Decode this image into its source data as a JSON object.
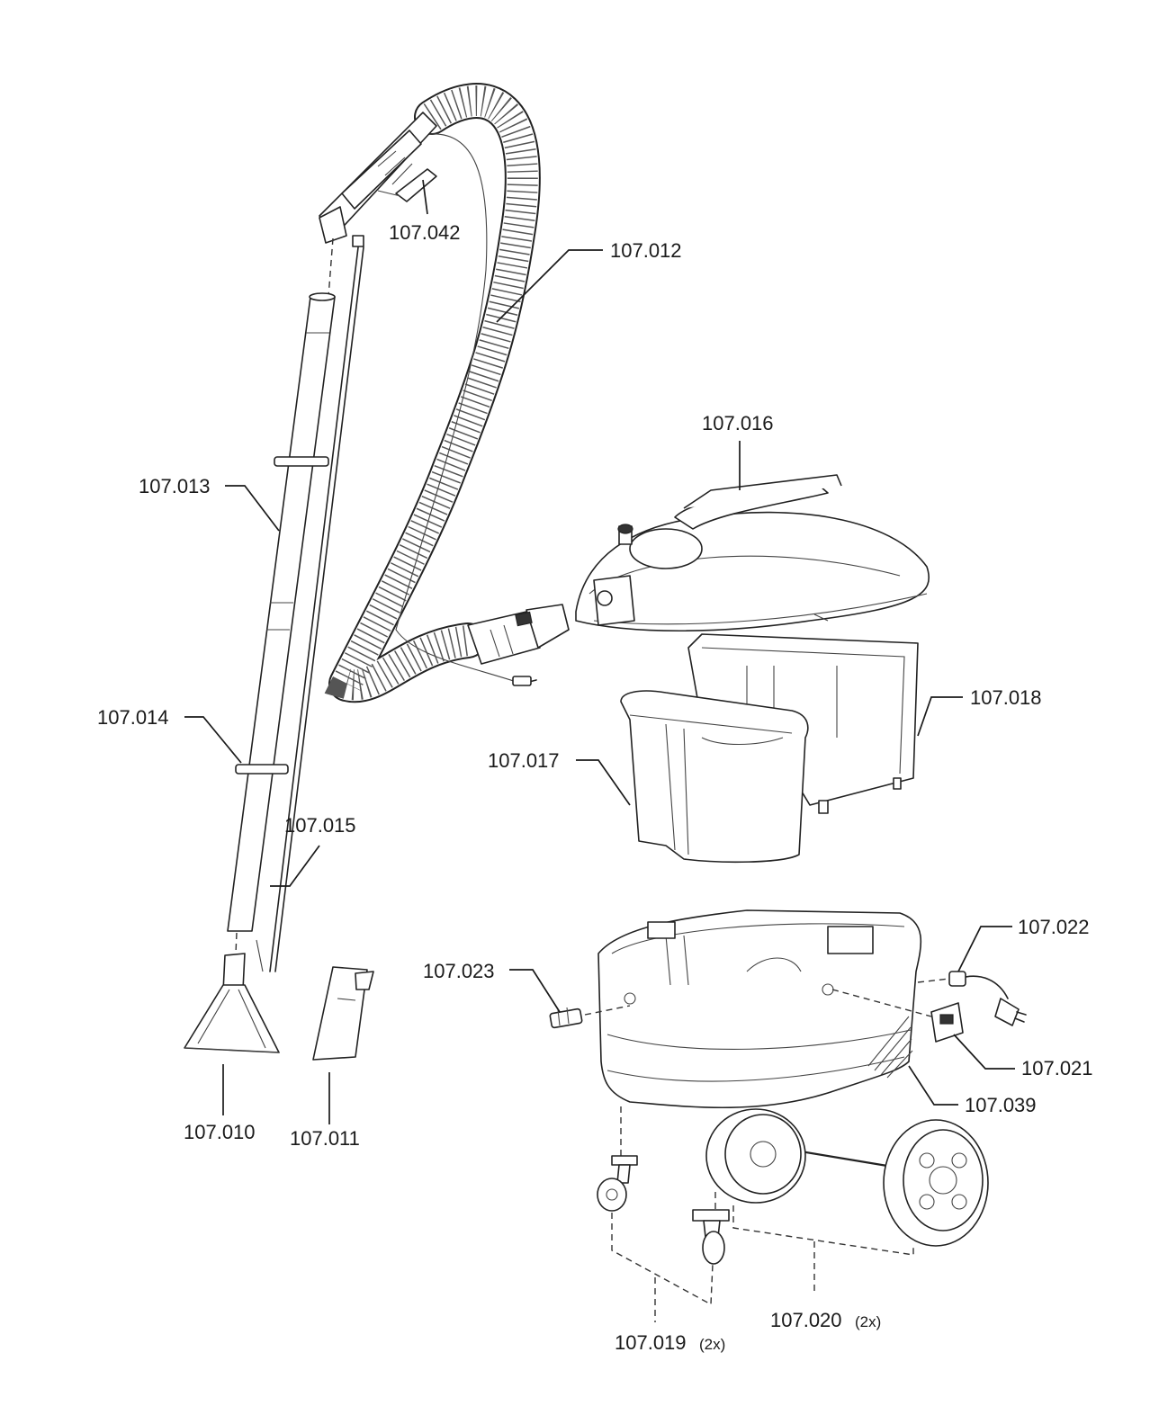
{
  "diagram": {
    "labels": [
      {
        "id": "107.042",
        "text": "107.042"
      },
      {
        "id": "107.012",
        "text": "107.012"
      },
      {
        "id": "107.016",
        "text": "107.016"
      },
      {
        "id": "107.013",
        "text": "107.013"
      },
      {
        "id": "107.014",
        "text": "107.014"
      },
      {
        "id": "107.018",
        "text": "107.018"
      },
      {
        "id": "107.017",
        "text": "107.017"
      },
      {
        "id": "107.015",
        "text": "107.015"
      },
      {
        "id": "107.022",
        "text": "107.022"
      },
      {
        "id": "107.023",
        "text": "107.023"
      },
      {
        "id": "107.021",
        "text": "107.021"
      },
      {
        "id": "107.039",
        "text": "107.039"
      },
      {
        "id": "107.010",
        "text": "107.010"
      },
      {
        "id": "107.011",
        "text": "107.011"
      },
      {
        "id": "107.020",
        "text": "107.020",
        "qty": "(2x)"
      },
      {
        "id": "107.019",
        "text": "107.019",
        "qty": "(2x)"
      }
    ]
  }
}
